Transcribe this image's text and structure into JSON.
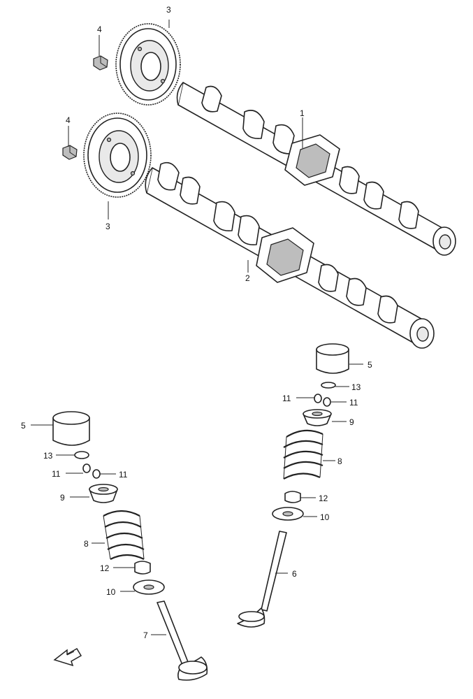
{
  "callouts": {
    "c1": "1",
    "c2": "2",
    "c3_top": "3",
    "c3_bottom": "3",
    "c4_top": "4",
    "c4_bottom": "4",
    "c5_right": "5",
    "c5_left": "5",
    "c6": "6",
    "c7": "7",
    "c8_right": "8",
    "c8_left": "8",
    "c9_right": "9",
    "c9_left": "9",
    "c10_right": "10",
    "c10_left": "10",
    "c11_right_a": "11",
    "c11_right_b": "11",
    "c11_left_a": "11",
    "c11_left_b": "11",
    "c12_right": "12",
    "c12_left": "12",
    "c13_right": "13",
    "c13_left": "13"
  },
  "icons": {
    "forward": "forward-arrow-icon"
  }
}
